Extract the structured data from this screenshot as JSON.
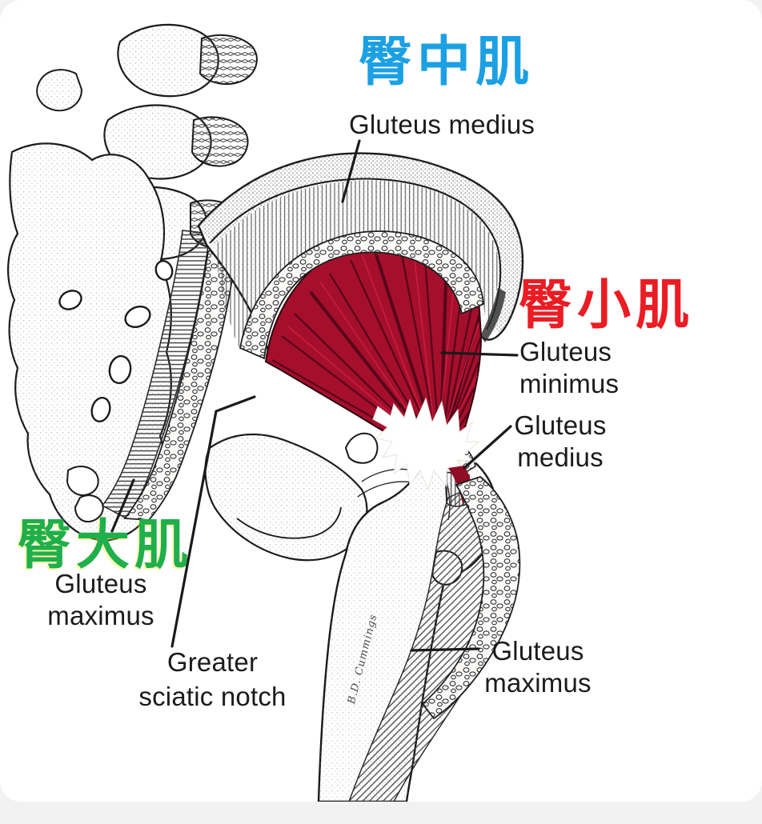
{
  "colors": {
    "blue_label": "#1BA0E3",
    "red_label": "#EB1C23",
    "green_label": "#1FAF4D",
    "muscle_red": "#A50F2C",
    "ink": "#1A1A1A"
  },
  "labels": {
    "gluteus_medius_top": {
      "zh": "臀中肌",
      "en": "Gluteus medius"
    },
    "gluteus_minimus": {
      "zh": "臀小肌",
      "en": "Gluteus\nminimus"
    },
    "gluteus_medius_insertion": {
      "en": "Gluteus\nmedius"
    },
    "gluteus_maximus_left": {
      "zh": "臀大肌",
      "en": "Gluteus\nmaximus"
    },
    "greater_sciatic_notch": {
      "en": "Greater\nsciatic notch"
    },
    "gluteus_maximus_right": {
      "en": "Gluteus\nmaximus"
    }
  },
  "signature": "B.D. Cummings"
}
